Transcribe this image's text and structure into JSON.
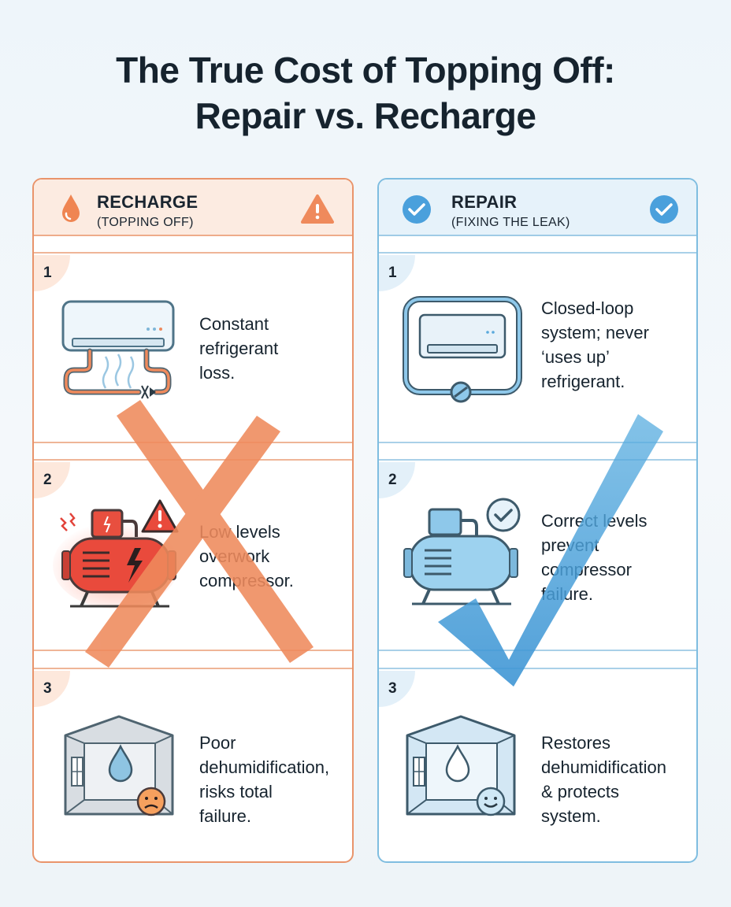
{
  "title": {
    "line1": "The True Cost of Topping Off:",
    "line2": "Repair vs. Recharge"
  },
  "recharge": {
    "heading": "RECHARGE",
    "subheading": "(TOPPING OFF)",
    "accent": "#ef8a5c",
    "rows": [
      {
        "number": "1",
        "text_lines": [
          "Constant",
          "refrigerant",
          "loss."
        ],
        "icon": "leaking-ac-icon"
      },
      {
        "number": "2",
        "text_lines": [
          "Low levels",
          "overwork",
          "compressor."
        ],
        "icon": "overheating-compressor-icon"
      },
      {
        "number": "3",
        "text_lines": [
          "Poor",
          "dehumidification,",
          "risks total",
          "failure."
        ],
        "icon": "sad-humid-room-icon"
      }
    ]
  },
  "repair": {
    "heading": "REPAIR",
    "subheading": "(FIXING THE LEAK)",
    "accent": "#5aa9dc",
    "rows": [
      {
        "number": "1",
        "text_lines": [
          "Closed-loop",
          "system; never",
          "‘uses up’",
          "refrigerant."
        ],
        "icon": "closed-loop-ac-icon"
      },
      {
        "number": "2",
        "text_lines": [
          "Correct levels",
          "prevent",
          "compressor",
          "failure."
        ],
        "icon": "healthy-compressor-icon"
      },
      {
        "number": "3",
        "text_lines": [
          "Restores",
          "dehumidification",
          "& protects",
          "system."
        ],
        "icon": "happy-room-icon"
      }
    ]
  }
}
